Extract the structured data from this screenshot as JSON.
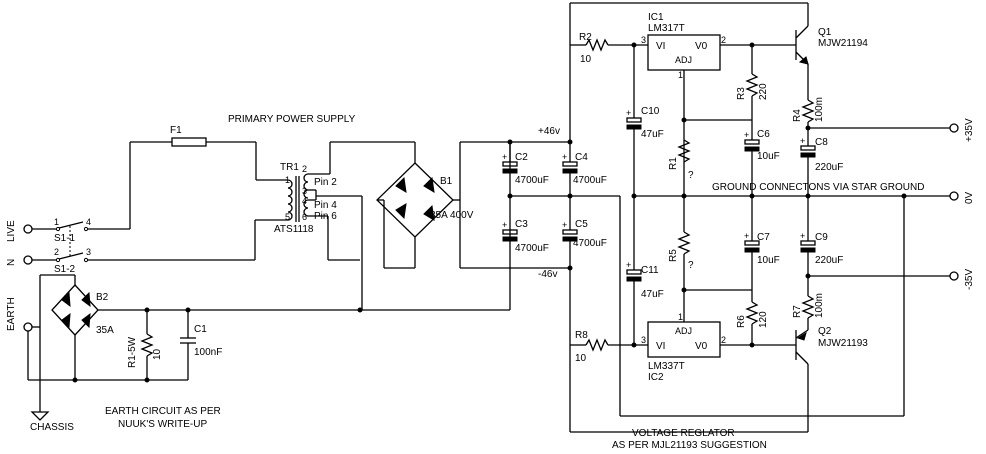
{
  "titles": {
    "primary": "PRIMARY POWER SUPPLY",
    "ground": "GROUND CONNECTONS VIA STAR GROUND",
    "earth_note_1": "EARTH CIRCUIT AS PER",
    "earth_note_2": "NUUK'S WRITE-UP",
    "vreg_1": "VOLTAGE REGLATOR",
    "vreg_2": "AS PER MJL21193 SUGGESTION"
  },
  "inputs": {
    "live": "LIVE",
    "neutral": "N",
    "earth": "EARTH",
    "chassis": "CHASSIS",
    "s1_1": "S1-1",
    "s1_2": "S1-2",
    "pin1": "1",
    "pin4": "4",
    "pin2": "2",
    "pin3": "3"
  },
  "transformer": {
    "name": "TR1",
    "part": "ATS1118",
    "pin2": "Pin 2",
    "pin4": "Pin 4",
    "pin6": "Pin 6",
    "n1": "1",
    "n2": "2",
    "n3": "3",
    "n4": "4",
    "n5": "5",
    "n6": "6"
  },
  "parts": {
    "f1": "F1",
    "b1": "B1",
    "b1_rating": "35A 400V",
    "b2": "B2",
    "b2_rating": "35A",
    "r1": "R1-5W",
    "r1_val": "10",
    "c1": "C1",
    "c1_val": "100nF",
    "c2": "C2",
    "c2_val": "4700uF",
    "c3": "C3",
    "c3_val": "4700uF",
    "c4": "C4",
    "c4_val": "4700uF",
    "c5": "C5",
    "c5_val": "4700uF",
    "rail_pos": "+46v",
    "rail_neg": "-46v"
  },
  "regulator": {
    "ic1": "IC1",
    "ic1_part": "LM317T",
    "ic2": "IC2",
    "ic2_part": "LM337T",
    "vi": "VI",
    "vo": "V0",
    "adj": "ADJ",
    "pin1": "1",
    "pin2": "2",
    "pin3": "3",
    "q1": "Q1",
    "q1_part": "MJW21194",
    "q2": "Q2",
    "q2_part": "MJW21193",
    "r2": "R2",
    "r2_val": "10",
    "r8": "R8",
    "r8_val": "10",
    "r3": "R3",
    "r3_val": "220",
    "r6": "R6",
    "r6_val": "120",
    "r4": "R4",
    "r4_val": "100m",
    "r7": "R7",
    "r7_val": "100m",
    "r1": "R1",
    "r1_val": "?",
    "r5": "R5",
    "r5_val": "?",
    "c10": "C10",
    "c10_val": "47uF",
    "c11": "C11",
    "c11_val": "47uF",
    "c6": "C6",
    "c6_val": "10uF",
    "c7": "C7",
    "c7_val": "10uF",
    "c8": "C8",
    "c8_val": "220uF",
    "c9": "C9",
    "c9_val": "220uF",
    "plus": "+",
    "out_pos": "+35V",
    "out_zero": "0V",
    "out_neg": "-35V"
  }
}
